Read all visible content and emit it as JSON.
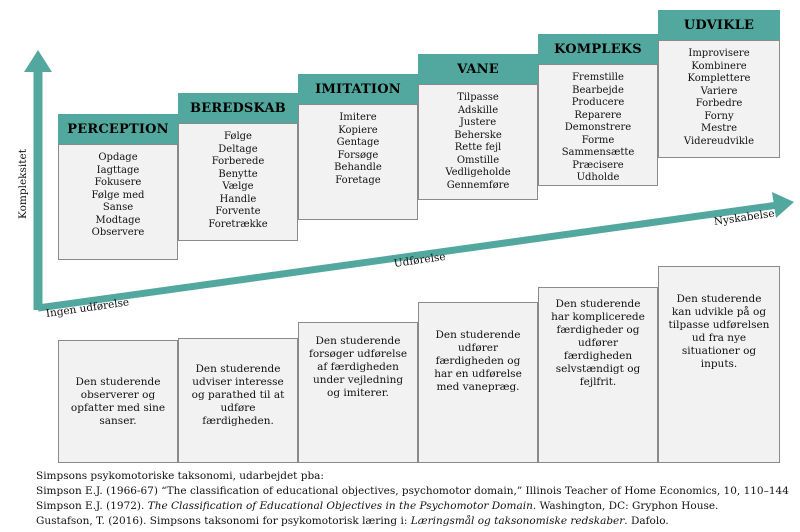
{
  "levels": [
    {
      "title": "PERCEPTION",
      "items": [
        "Opdage",
        "Iagttage",
        "Fokusere",
        "Følge med",
        "Sanse",
        "Modtage",
        "Observere"
      ],
      "description": "Den studerende observerer og opfatter med sine sanser."
    },
    {
      "title": "BEREDSKAB",
      "items": [
        "Følge",
        "Deltage",
        "Forberede",
        "Benytte",
        "Vælge",
        "Handle",
        "Forvente",
        "Foretrække"
      ],
      "description": "Den studerende udviser interesse og parathed til at udføre færdigheden."
    },
    {
      "title": "IMITATION",
      "items": [
        "Imitere",
        "Kopiere",
        "Gentage",
        "Forsøge",
        "Behandle",
        "Foretage"
      ],
      "description": "Den studerende forsøger udførelse af færdigheden under vejledning og imiterer."
    },
    {
      "title": "VANE",
      "items": [
        "Tilpasse",
        "Adskille",
        "Justere",
        "Beherske",
        "Rette fejl",
        "Omstille",
        "Vedligeholde",
        "Gennemføre"
      ],
      "description": "Den studerende udfører færdigheden og har en udførelse med vanepræg."
    },
    {
      "title": "KOMPLEKS",
      "items": [
        "Fremstille",
        "Bearbejde",
        "Producere",
        "Reparere",
        "Demonstrere",
        "Forme",
        "Sammensætte",
        "Præcisere",
        "Udholde"
      ],
      "description": "Den studerende har komplicerede færdigheder og udfører færdigheden selvstændigt og fejlfrit."
    },
    {
      "title": "UDVIKLE",
      "items": [
        "Improvisere",
        "Kombinere",
        "Komplettere",
        "Variere",
        "Forbedre",
        "Forny",
        "Mestre",
        "Videreudvikle"
      ],
      "description": "Den studerende kan udvikle på og tilpasse udførelsen ud fra nye situationer og inputs."
    }
  ],
  "axes": {
    "vertical_label": "Kompleksitet",
    "origin_label": "Ingen udførelse",
    "middle_label": "Udførelse",
    "end_label": "Nyskabelse"
  },
  "colors": {
    "teal": "#52a89e",
    "box": "#f2f2f2",
    "border": "#8a8a8a"
  },
  "footer": {
    "line1": "Simpsons psykomotoriske taksonomi, udarbejdet pba:",
    "line2": "Simpson E.J. (1966-67) “The classification of educational objectives, psychomotor domain,” Illinois Teacher of Home Economics, 10, 110–144",
    "line3_pre": "Simpson E.J. (1972). ",
    "line3_italic": "The Classification of Educational Objectives in the Psychomotor Domain",
    "line3_post": ". Washington, DC: Gryphon House.",
    "line4_pre": "Gustafson, T. (2016). Simpsons taksonomi for psykomotorisk læring i: ",
    "line4_italic": "Læringsmål og taksonomiske redskaber",
    "line4_post": ". Dafolo."
  }
}
